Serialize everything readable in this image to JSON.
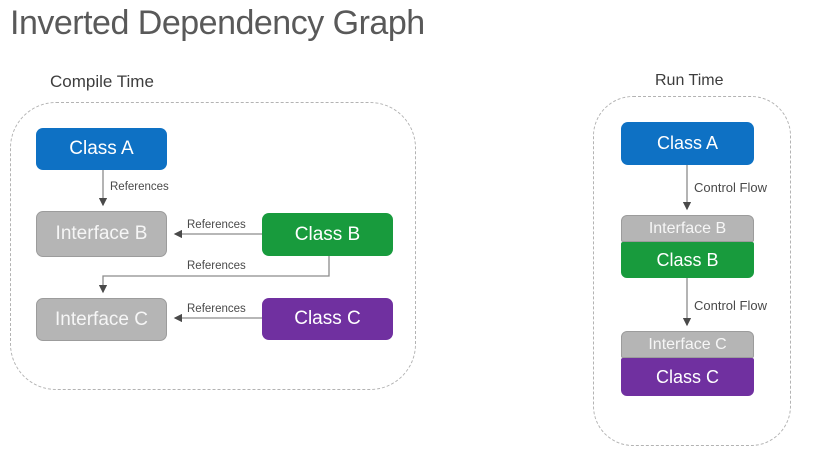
{
  "title": "Inverted Dependency Graph",
  "colors": {
    "class_blue": "#0e71c4",
    "class_green": "#189b3d",
    "class_purple": "#7030a0",
    "interface_gray": "#b5b5b5"
  },
  "compile_time": {
    "label": "Compile Time",
    "nodes": {
      "class_a": "Class A",
      "interface_b": "Interface B",
      "class_b": "Class B",
      "interface_c": "Interface C",
      "class_c": "Class C"
    },
    "edges": {
      "class_a_to_interface_b": "References",
      "class_b_to_interface_b": "References",
      "class_b_to_interface_c": "References",
      "class_c_to_interface_c": "References"
    }
  },
  "run_time": {
    "label": "Run Time",
    "nodes": {
      "class_a": "Class A",
      "interface_b": "Interface B",
      "class_b": "Class B",
      "interface_c": "Interface C",
      "class_c": "Class C"
    },
    "edges": {
      "class_a_to_class_b": "Control Flow",
      "class_b_to_class_c": "Control Flow"
    }
  }
}
